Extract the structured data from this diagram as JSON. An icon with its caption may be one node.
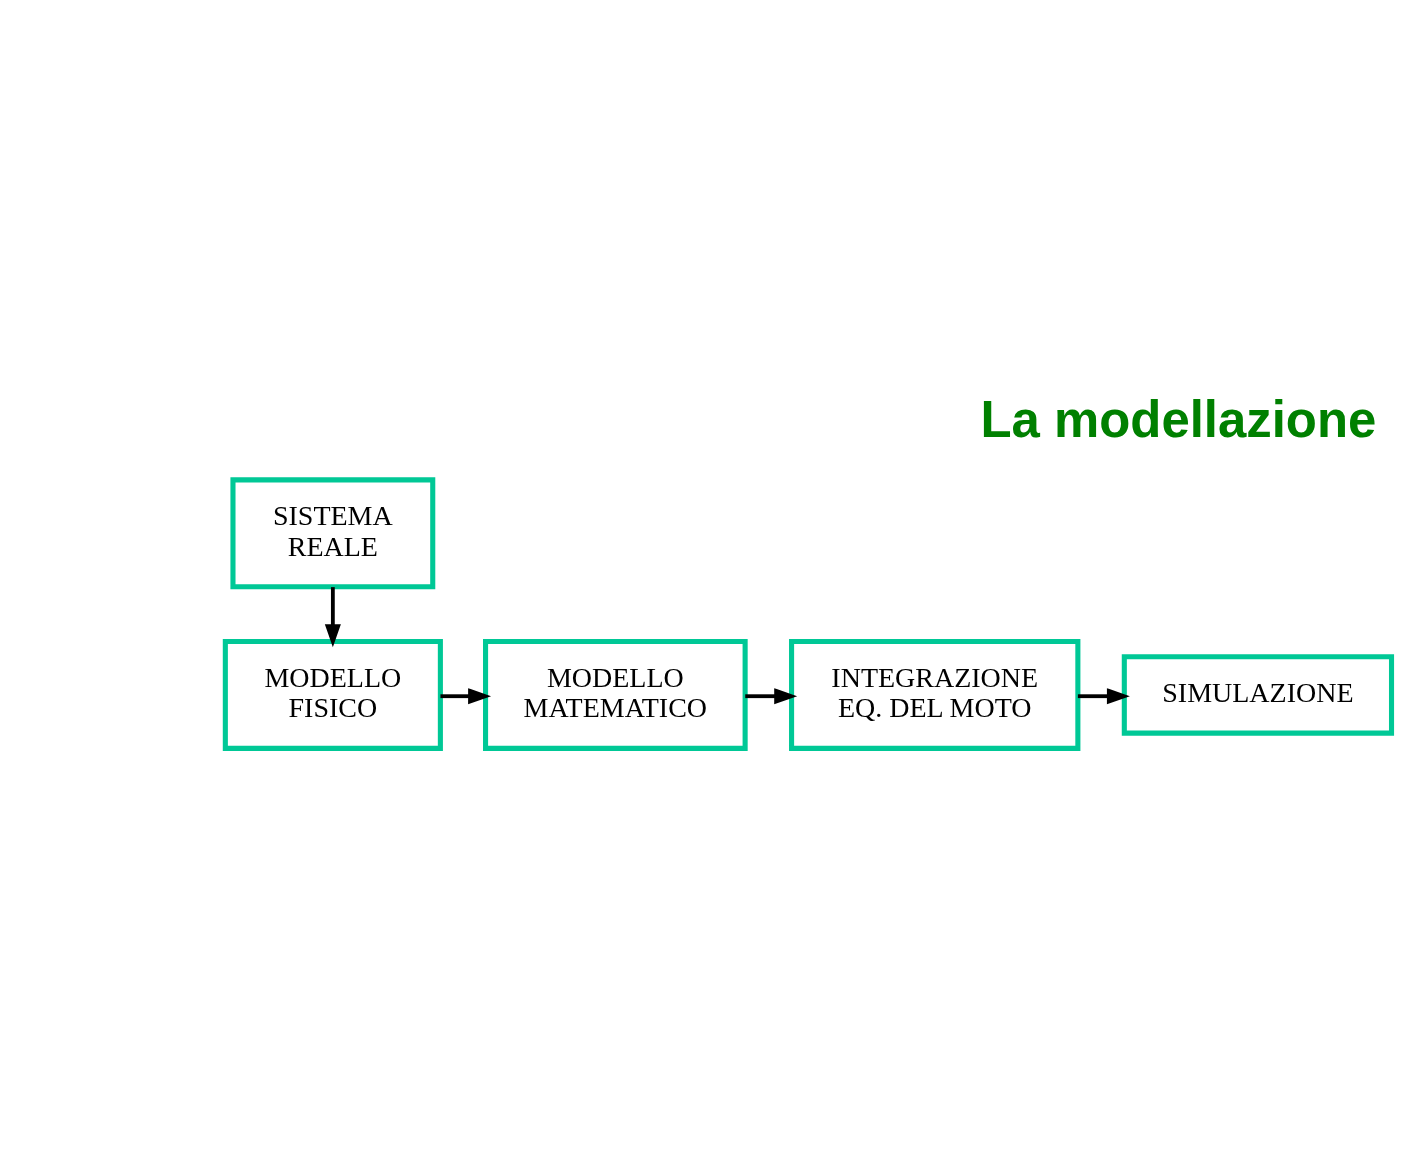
{
  "diagram": {
    "title": "La modellazione",
    "nodes": [
      {
        "text": [
          "SISTEMA REALE"
        ]
      },
      {
        "text": [
          "MODELLO FISICO"
        ]
      },
      {
        "text": [
          "MODELLO MATEMATICO"
        ]
      },
      {
        "text": [
          "INTEGRAZIONE EQ. DEL MOTO"
        ]
      },
      {
        "text": [
          "SIMULAZIONE"
        ]
      }
    ],
    "edges": [
      {
        "from": 0,
        "to": 1,
        "arrow": "to"
      },
      {
        "from": 1,
        "to": 2,
        "arrow": "to"
      },
      {
        "from": 2,
        "to": 3,
        "arrow": "to"
      },
      {
        "from": 3,
        "to": 4,
        "arrow": "to"
      }
    ]
  }
}
